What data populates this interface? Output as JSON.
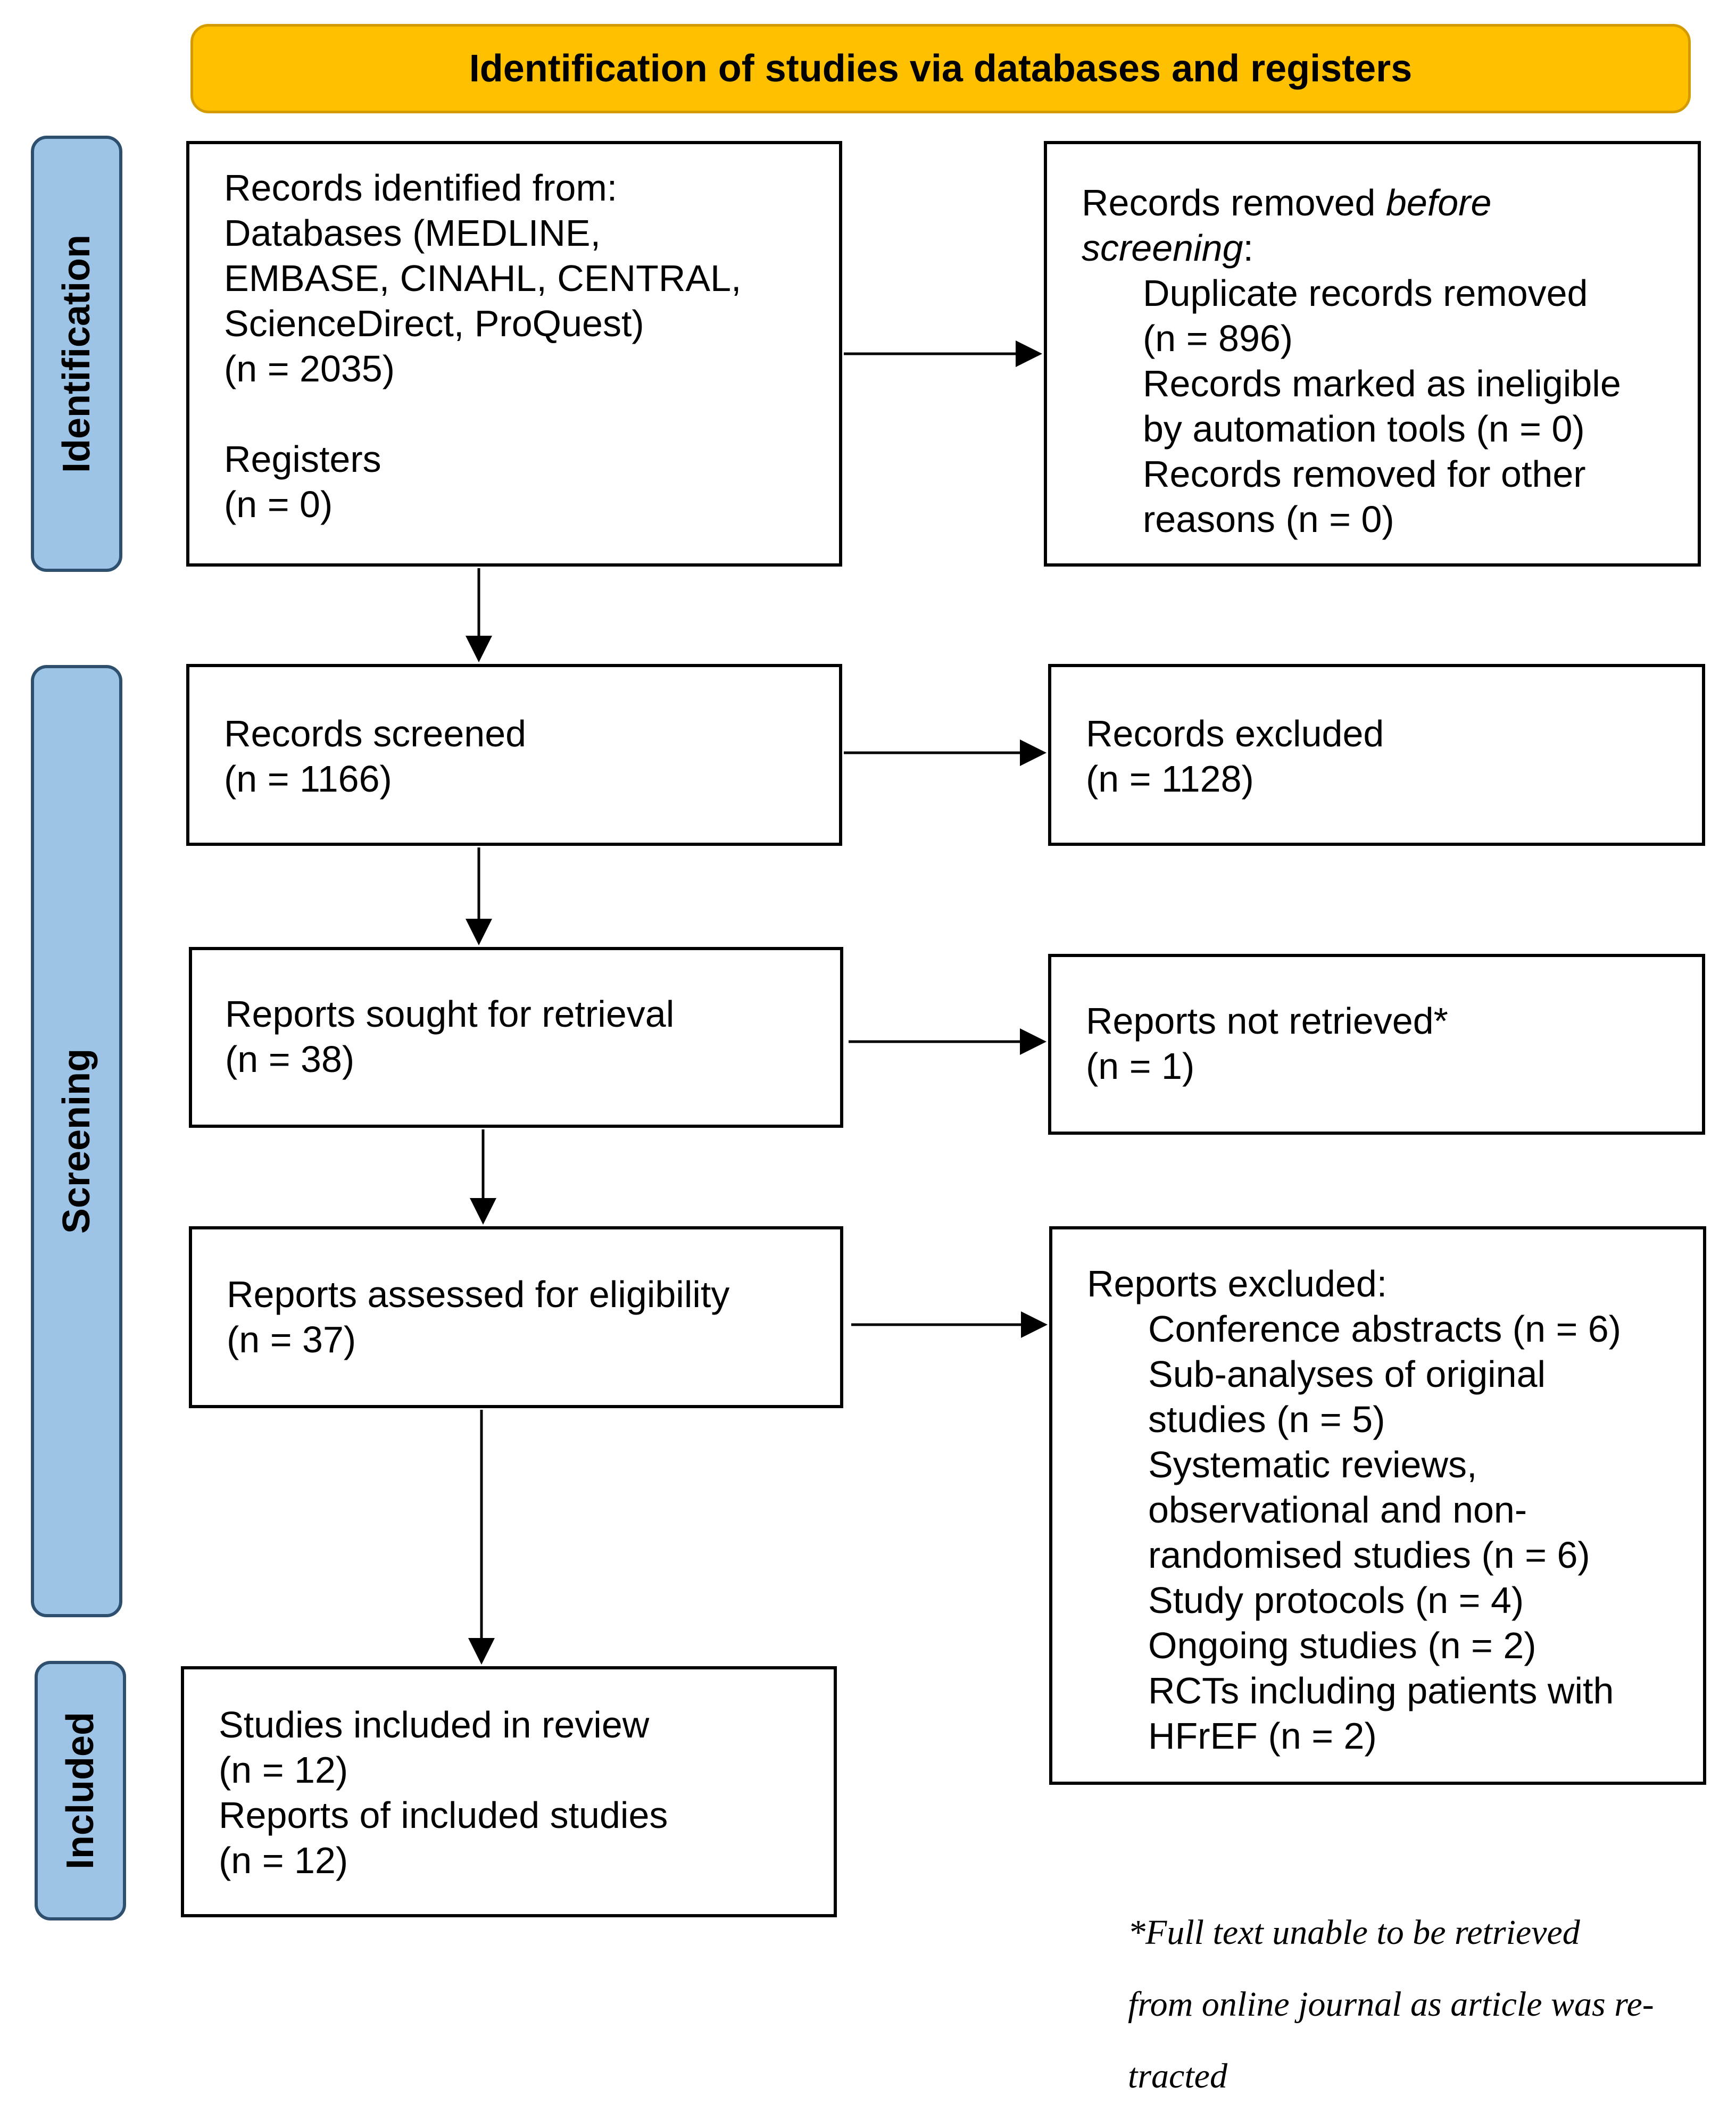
{
  "header": {
    "title": "Identification of studies via databases and registers"
  },
  "phases": {
    "identification": "Identification",
    "screening": "Screening",
    "included": "Included"
  },
  "boxes": {
    "records_identified": {
      "lines": [
        "Records identified from:",
        "Databases (MEDLINE,",
        "EMBASE, CINAHL, CENTRAL,",
        "ScienceDirect, ProQuest)",
        "(n = 2035)",
        "",
        "Registers",
        "(n = 0)"
      ]
    },
    "records_removed": {
      "title_prefix": "Records removed ",
      "title_italic_1": "before",
      "title_italic_2": "screening",
      "title_suffix": ":",
      "lines": [
        "Duplicate records removed",
        "(n = 896)",
        "Records marked as ineligible",
        "by automation tools (n = 0)",
        "Records removed for other",
        "reasons (n = 0)"
      ]
    },
    "records_screened": {
      "lines": [
        "Records screened",
        "(n = 1166)"
      ]
    },
    "records_excluded": {
      "lines": [
        "Records excluded",
        "(n = 1128)"
      ]
    },
    "reports_sought": {
      "lines": [
        "Reports sought for retrieval",
        "(n = 38)"
      ]
    },
    "reports_not_retrieved": {
      "lines": [
        "Reports not retrieved*",
        "(n = 1)"
      ]
    },
    "reports_assessed": {
      "lines": [
        "Reports assessed for eligibility",
        "(n = 37)"
      ]
    },
    "reports_excluded": {
      "title": "Reports excluded:",
      "lines": [
        "Conference abstracts (n = 6)",
        "Sub-analyses of original",
        "studies (n = 5)",
        "Systematic reviews,",
        "observational and non-",
        "randomised studies (n = 6)",
        "Study protocols (n = 4)",
        "Ongoing studies (n = 2)",
        "RCTs including patients with",
        "HFrEF (n = 2)"
      ]
    },
    "studies_included": {
      "lines": [
        "Studies included in review",
        "(n = 12)",
        "Reports of included studies",
        "(n = 12)"
      ]
    }
  },
  "footnote": {
    "lines": [
      "*Full text unable to be retrieved",
      "from online journal as article was re-",
      "tracted"
    ]
  },
  "colors": {
    "banner_fill": "#FFC000",
    "banner_border": "#D39B00",
    "phase_fill": "#9DC3E6",
    "phase_border": "#2F4F6F",
    "box_border": "#000000"
  }
}
